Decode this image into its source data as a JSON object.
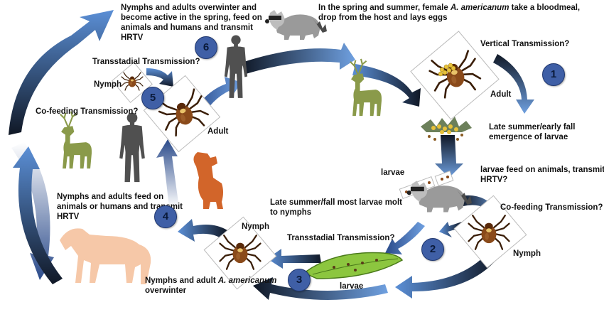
{
  "labels": {
    "spring_summer_a": "In the spring and summer, female ",
    "spring_summer_species": "A. americanum",
    "spring_summer_b": " take a bloodmeal, drop from the host and lays eggs",
    "vertical": "Vertical Transmission?",
    "adult_top_right": "Adult",
    "late_summer_larvae": "Late summer/early fall emergence of larvae",
    "larvae_mid": "larvae",
    "larvae_feed": "larvae feed on animals, transmit HRTV?",
    "cofeed_right": "Co-feeding Transmission?",
    "nymph_right": "Nymph",
    "molt": "Late summer/fall most larvae molt to nymphs",
    "transstadial_bottom": "Transstadial Transmission?",
    "larvae_bottom": "larvae",
    "overwinter_a": "Nymphs and adult ",
    "overwinter_species": "A. americanum",
    "overwinter_b": " overwinter",
    "nymph_bottom": "Nymph",
    "feed_left": "Nymphs and adults feed on animals or humans and transmit HRTV",
    "cofeed_left": "Co-feeding Transmission?",
    "adult_left": "Adult",
    "transstadial_top": "Transstadial Transmission?",
    "nymph_left": "Nymph",
    "overwinter_top": "Nymphs and adults overwinter and become active in the spring, feed on animals and humans and transmit HRTV"
  },
  "badges": [
    "1",
    "2",
    "3",
    "4",
    "5",
    "6"
  ],
  "colors": {
    "arrow_light": "#5b8fd6",
    "arrow_dark": "#101826",
    "badge": "#3f5fa6",
    "deer": "#8a9a4a",
    "human": "#505050",
    "dog": "#d2652a",
    "horse": "#f6c8a8",
    "tick": "#8a4a1a",
    "leaf": "#8cc63f"
  }
}
